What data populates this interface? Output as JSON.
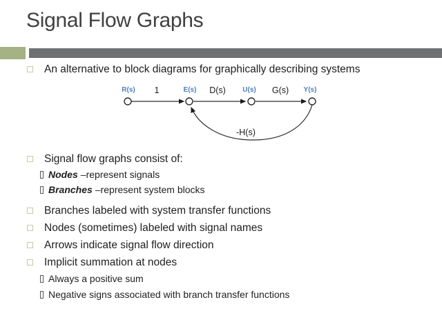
{
  "slide": {
    "title": "Signal Flow Graphs"
  },
  "colors": {
    "accent_green": "#a4b284",
    "bar_gray": "#6f7072",
    "title_gray": "#404040",
    "node_label_blue": "#4e7fba",
    "body_text": "#1e1e1e"
  },
  "bullets": {
    "b1": "An alternative to block diagrams for graphically describing systems",
    "b2": "Signal flow graphs consist of:",
    "b2_subs": [
      {
        "term": "Nodes",
        "rest": "–represent signals"
      },
      {
        "term": "Branches",
        "rest": "–represent system blocks"
      }
    ],
    "b3": "Branches labeled with system transfer functions",
    "b4": "Nodes (sometimes) labeled with signal names",
    "b5": "Arrows indicate signal flow direction",
    "b6": "Implicit summation at nodes",
    "b6_subs": [
      "Always a positive sum",
      "Negative signs associated with branch transfer functions"
    ]
  },
  "diagram": {
    "node_labels": [
      "R(s)",
      "E(s)",
      "U(s)",
      "Y(s)"
    ],
    "branch_labels": {
      "input_gain": "1",
      "controller": "D(s)",
      "plant": "G(s)",
      "feedback": "-H(s)"
    }
  }
}
